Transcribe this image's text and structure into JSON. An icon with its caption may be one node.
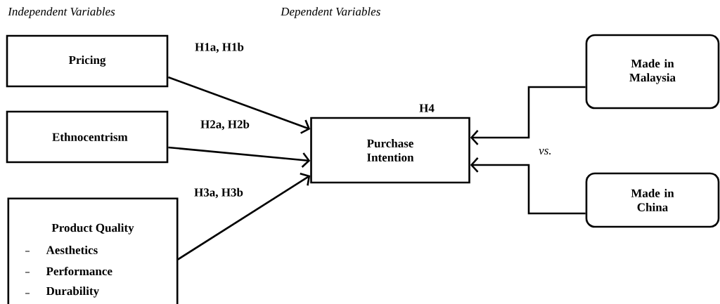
{
  "diagram": {
    "nodes": [
      {
        "text": [
          "Pricing"
        ]
      },
      {
        "text": [
          "Ethnocentrism"
        ]
      },
      {
        "text": [
          "Product Quality",
          "Aesthetics",
          "Performance",
          "Durability"
        ]
      },
      {
        "text": [
          "Purchase Intention"
        ]
      },
      {
        "text": [
          "Made in Malaysia"
        ]
      },
      {
        "text": [
          "Made in China"
        ]
      }
    ],
    "edges": [
      {
        "from": 0,
        "to": 3,
        "arrow": "to",
        "label": "H1a, H1b"
      },
      {
        "from": 1,
        "to": 3,
        "arrow": "to",
        "label": "H2a, H2b"
      },
      {
        "from": 2,
        "to": 3,
        "arrow": "to",
        "label": "H3a, H3b"
      },
      {
        "from": 4,
        "to": 3,
        "arrow": "to"
      },
      {
        "from": 5,
        "to": 3,
        "arrow": "to"
      }
    ],
    "labels": [
      "Independent Variables",
      "Dependent Variables",
      "H4",
      "vs."
    ]
  }
}
